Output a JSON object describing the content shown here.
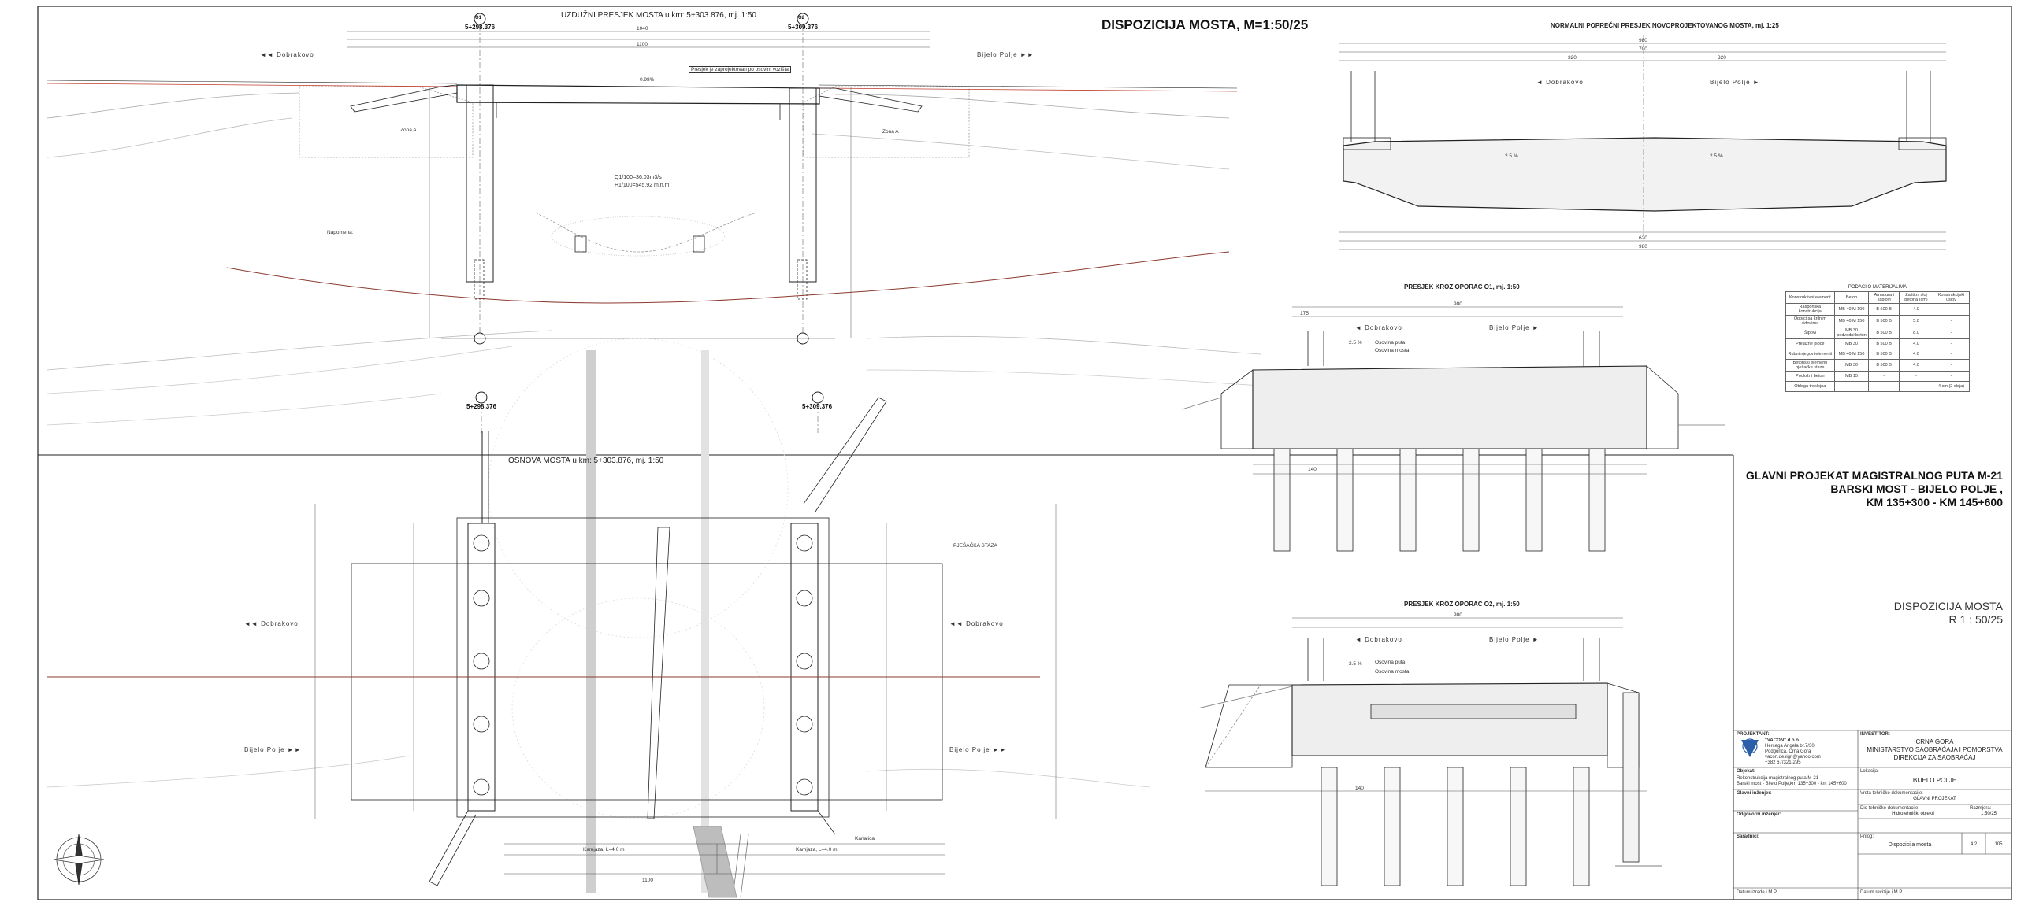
{
  "sheet": {
    "title": "DISPOZICIJA MOSTA, M=1:50/25"
  },
  "views": {
    "longitudinal": "UZDUŽNI PRESJEK MOSTA u km: 5+303.876, mj. 1:50",
    "cross_section": "NORMALNI POPREČNI PRESJEK NOVOPROJEKTOVANOG MOSTA, mj. 1:25",
    "abutment_o1": "PRESJEK KROZ OPORAC O1, mj. 1:50",
    "abutment_o2": "PRESJEK KROZ OPORAC O2, mj. 1:50",
    "plan": "OSNOVA MOSTA u km: 5+303.876, mj. 1:50"
  },
  "stations": {
    "o1_label": "O1",
    "o2_label": "O2",
    "o1_km": "5+298.376",
    "o2_km": "5+309.376"
  },
  "directions": {
    "left": "Dobrakovo",
    "right": "Bijelo Polje"
  },
  "annotations": {
    "zone_a": "Zona A",
    "water_level": "Q1/100=36,03m3/s",
    "water_elev": "H1/100=545.92 m.n.m.",
    "slope": "0.98%",
    "profile_note": "Presjek je zaprojektovan po osovini vozišta",
    "cross_slope": "2.5 %",
    "napomena": "Napomena:",
    "bridge_axis": "Osovina mosta",
    "road_axis": "Osovina puta",
    "pjesacka_staza": "PJEŠAČKA STAZA",
    "kanalica": "Kanalica",
    "kamjaza_l": "Kamjaza, L=4.0 m",
    "kamjaza_r": "Kamjaza, L=4.0 m",
    "plan_width": "1100"
  },
  "dimensions": {
    "cs_total": "980",
    "cs_deck": "700",
    "cs_lanes": "320",
    "cs_bottom": "620",
    "long_span": "1040",
    "long_clear": "1100",
    "abut_total": "980",
    "abut_wings": "175",
    "pile_spacing": "140"
  },
  "materials": {
    "caption": "PODACI O MATERIJALIMA",
    "headers": [
      "Konstruktivni element",
      "Beton",
      "Armatura i kablovi",
      "Zaštitni sloj betona (cm)",
      "Konstrukcijski uslov"
    ],
    "rows": [
      [
        "Rasponska konstrukcija",
        "MB 40 M 100",
        "B 500 B",
        "4.0",
        "-"
      ],
      [
        "Oporci sa krilnim zidovima",
        "MB 40 M 150",
        "B 500 B",
        "5.0",
        "-"
      ],
      [
        "Šipovi",
        "MB 30 podvodni beton",
        "B 500 B",
        "8.0",
        "-"
      ],
      [
        "Prelazne ploče",
        "MB 30",
        "B 500 B",
        "4.0",
        "-"
      ],
      [
        "Rubni njegovi elementi",
        "MB 40 M 150",
        "B 500 B",
        "4.0",
        "-"
      ],
      [
        "Betonski elementi pješačke staze",
        "MB 30",
        "B 500 B",
        "4.0",
        "-"
      ],
      [
        "Podložni beton",
        "MB 15",
        "-",
        "-",
        "-"
      ],
      [
        "Obloga troslojna",
        "-",
        "-",
        "-",
        "4 cm (2 sloja)"
      ]
    ]
  },
  "project": {
    "line1": "GLAVNI PROJEKAT MAGISTRALNOG PUTA M-21",
    "line2": "BARSKI MOST - BIJELO POLJE ,",
    "line3": "KM 135+300 - KM 145+600",
    "drawing_name": "DISPOZICIJA MOSTA",
    "scale": "R  1 : 50/25"
  },
  "titleblock": {
    "projektant_label": "PROJEKTANT:",
    "projektant_name": "\"VACON\" d.o.o.",
    "projektant_addr1": "Hercega Angela br.7/30,",
    "projektant_addr2": "Podgorica, Crna Gora",
    "projektant_mail": "vacon.design@yahoo.com",
    "projektant_tel": "+382 67/321-295",
    "investitor_label": "INVESTITOR:",
    "investitor_1": "CRNA GORA",
    "investitor_2": "MINISTARSTVO SAOBRAĆAJA I POMORSTVA",
    "investitor_3": "DIREKCIJA ZA SAOBRAĆAJ",
    "objekat_label": "Objekat:",
    "objekat_text": "Rekonstrukcija magistralnog puta M-21",
    "objekat_text2": "Barski most - Bijelo Polje,km 135+300 - km 145+600",
    "lokacija_label": "Lokacija:",
    "lokacija": "BIJELO POLJE",
    "vrsta_label": "Vrsta tehničke dokumentacije:",
    "vrsta": "GLAVNI PROJEKAT",
    "dio_label": "Dio tehničke dokumentacije:",
    "dio": "Hidrotehnički objekti",
    "prilog_label": "Prilog:",
    "prilog": "Dispozicija mosta",
    "razmjera_label": "Razmjera:",
    "razmjera": "1:50/25",
    "list_val": "4.2",
    "br_val": "105",
    "datum_label": "Datum izrade i M.P.",
    "datum_rev": "Datum revizije i M.P.",
    "glavni_label": "Glavni inženjer:",
    "odgovorni_label": "Odgovorni inženjer:",
    "saradnici_label": "Saradnici:"
  },
  "colors": {
    "line": "#222222",
    "light": "#9a9a9a",
    "red": "#c0392b",
    "brown": "#8b3a2f"
  }
}
